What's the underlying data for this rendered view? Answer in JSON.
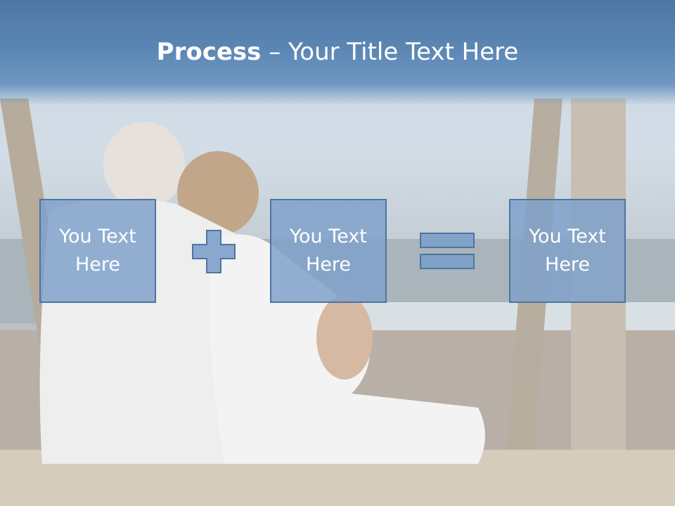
{
  "title": {
    "bold": "Process",
    "dash": " – ",
    "rest": "Your Title Text Here"
  },
  "boxes": [
    {
      "text": "You Text Here"
    },
    {
      "text": "You Text Here"
    },
    {
      "text": "You Text Here"
    }
  ],
  "operators": [
    "plus-icon",
    "equals-icon"
  ],
  "colors": {
    "title_bar": "#5b86b4",
    "box_fill": "#7ca0ca",
    "box_border": "#4f74a0",
    "text": "#ffffff"
  }
}
